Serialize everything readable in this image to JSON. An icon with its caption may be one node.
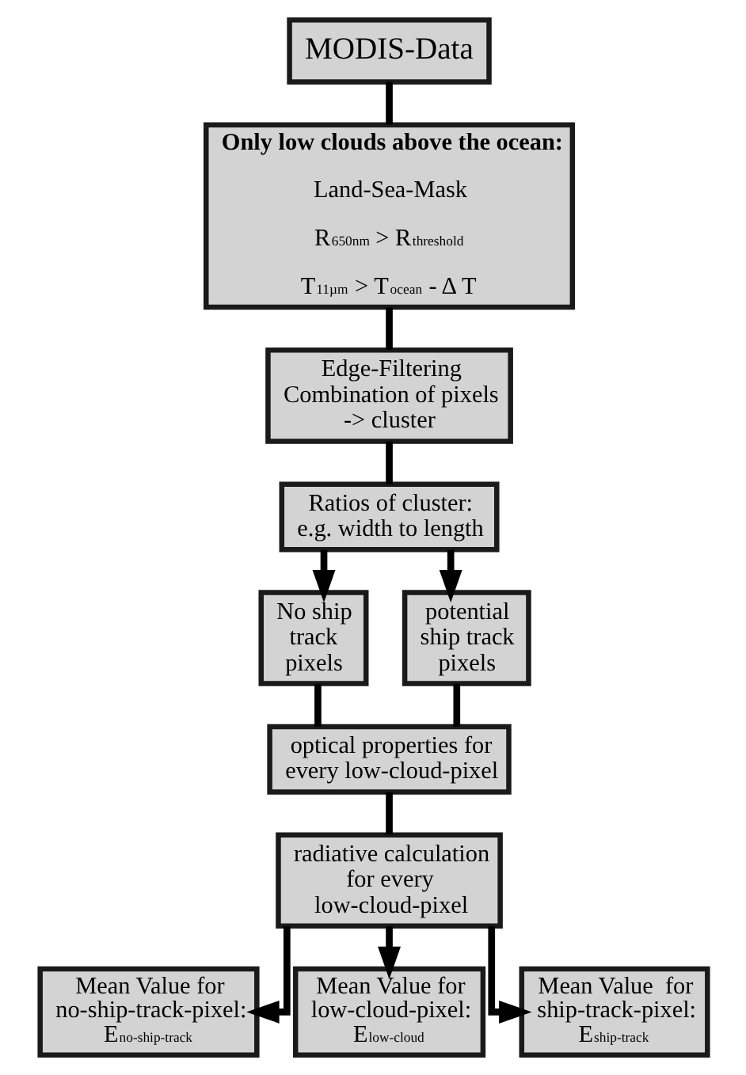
{
  "diagram": {
    "nodes": [
      {
        "text": [
          "MODIS-Data"
        ]
      },
      {
        "text": [
          "Only low clouds above the ocean:",
          "Land-Sea-Mask",
          "R$_{650nm}$ > R$_{threshold}$",
          "T$_{11µm}$ > T$_{ocean}$ - Δ T"
        ]
      },
      {
        "text": [
          "Edge-Filtering Combination of pixels -> cluster"
        ]
      },
      {
        "text": [
          "Ratios of cluster: e.g. width to length"
        ]
      },
      {
        "text": [
          "No ship track pixels"
        ]
      },
      {
        "text": [
          "potential ship track pixels"
        ]
      },
      {
        "text": [
          "optical properties for every low-cloud-pixel"
        ]
      },
      {
        "text": [
          "radiative calculation for every low-cloud-pixel"
        ]
      },
      {
        "text": [
          "Mean Value for no-ship-track-pixel:",
          "E$_{no-ship-track}$"
        ]
      },
      {
        "text": [
          "Mean Value for low-cloud-pixel:",
          "E$_{low-cloud}$"
        ]
      },
      {
        "text": [
          "Mean Value  for ship-track-pixel:",
          "E$_{ship-track}$"
        ]
      }
    ],
    "edges": [
      {
        "from": 0,
        "to": 1,
        "arrow": "none"
      },
      {
        "from": 1,
        "to": 2,
        "arrow": "none"
      },
      {
        "from": 2,
        "to": 3,
        "arrow": "none"
      },
      {
        "from": 3,
        "to": 4,
        "arrow": "to"
      },
      {
        "from": 3,
        "to": 5,
        "arrow": "to"
      },
      {
        "from": 4,
        "to": 6,
        "arrow": "none"
      },
      {
        "from": 5,
        "to": 6,
        "arrow": "none"
      },
      {
        "from": 6,
        "to": 7,
        "arrow": "none"
      },
      {
        "from": 7,
        "to": 8,
        "arrow": "to"
      },
      {
        "from": 7,
        "to": 9,
        "arrow": "to"
      },
      {
        "from": 7,
        "to": 10,
        "arrow": "to"
      }
    ]
  }
}
